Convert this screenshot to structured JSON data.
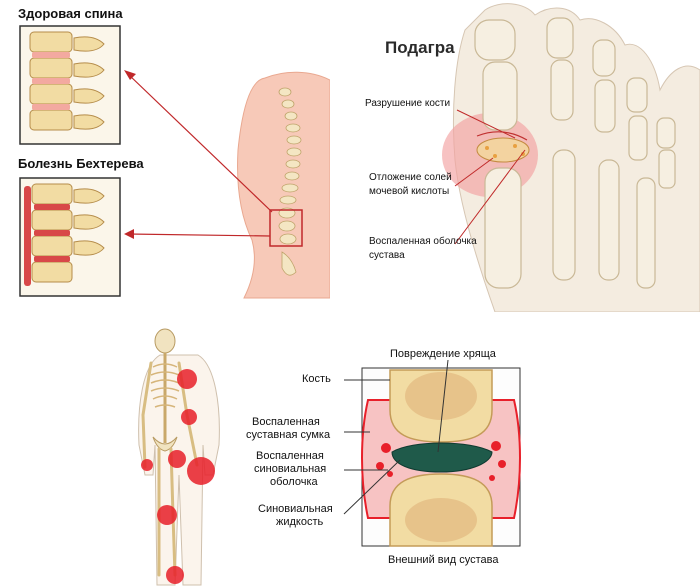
{
  "spine": {
    "healthy_label": "Здоровая спина",
    "disease_label": "Болезнь Бехтерева"
  },
  "gout": {
    "title": "Подагра",
    "label_bone_destruction": "Разрушение кости",
    "label_salt_line1": "Отложение солей",
    "label_salt_line2": "мочевой кислоты",
    "label_membrane_line1": "Воспаленная оболочка",
    "label_membrane_line2": "сустава"
  },
  "joint": {
    "label_cartilage": "Повреждение хряща",
    "label_bone": "Кость",
    "label_capsule_line1": "Воспаленная",
    "label_capsule_line2": "суставная сумка",
    "label_synovial_line1": "Воспаленная",
    "label_synovial_line2": "синовиальная",
    "label_synovial_line3": "оболочка",
    "label_fluid_line1": "Синовиальная",
    "label_fluid_line2": "жидкость",
    "caption": "Внешний вид сустава"
  },
  "colors": {
    "inflamed": "#e8202a",
    "bone": "#f2dca3",
    "skin": "#f7c9b8",
    "fluid": "#1f5a4a"
  }
}
